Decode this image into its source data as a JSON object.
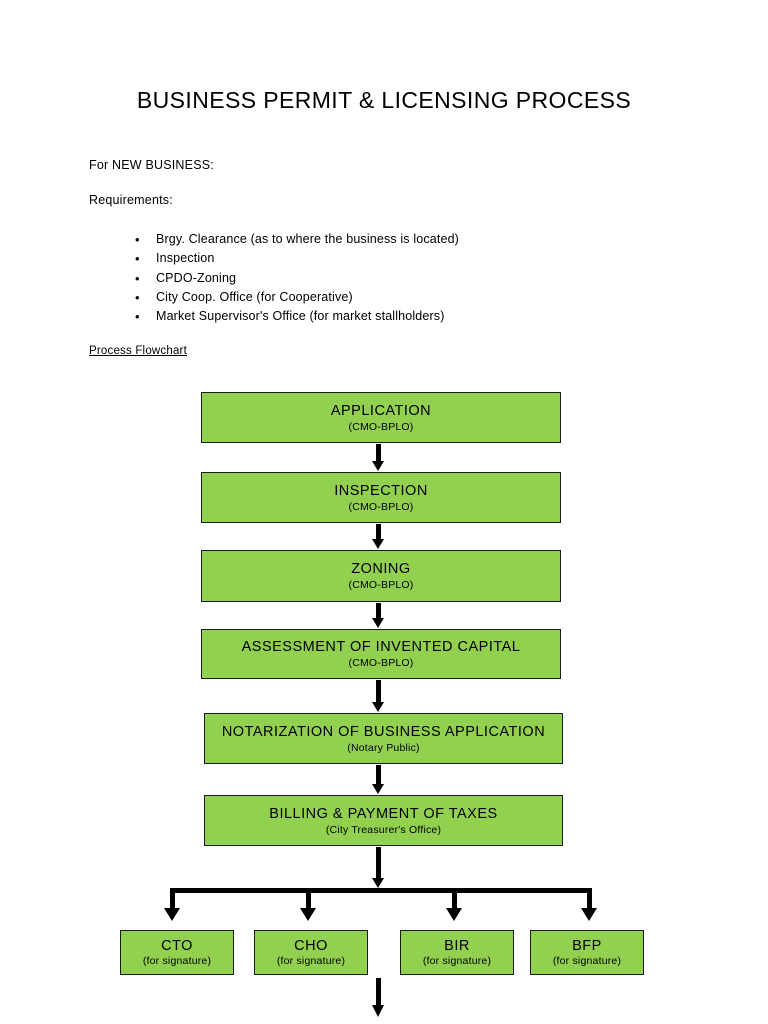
{
  "document": {
    "title": "BUSINESS PERMIT & LICENSING PROCESS",
    "subject_line": "For NEW BUSINESS:",
    "requirements_heading": "Requirements:",
    "requirements": [
      "Brgy. Clearance (as to where the business is located)",
      "Inspection",
      "CPDO-Zoning",
      "City Coop. Office (for Cooperative)",
      "Market Supervisor's Office (for market stallholders)"
    ],
    "bullet_glyph": "•",
    "flowchart_caption": "Process Flowchart"
  },
  "flowchart": {
    "accent_color": "#92D050",
    "border_color": "#1a1a1a",
    "connector_color": "#000000",
    "steps": [
      {
        "title": "APPLICATION",
        "sub": "(CMO-BPLO)"
      },
      {
        "title": "INSPECTION",
        "sub": "(CMO-BPLO)"
      },
      {
        "title": "ZONING",
        "sub": "(CMO-BPLO)"
      },
      {
        "title": "ASSESSMENT OF INVENTED CAPITAL",
        "sub": "(CMO-BPLO)"
      },
      {
        "title": "NOTARIZATION OF BUSINESS APPLICATION",
        "sub": "(Notary Public)"
      },
      {
        "title": "BILLING & PAYMENT OF TAXES",
        "sub": "(City Treasurer's Office)"
      }
    ],
    "signature_steps": [
      {
        "title": "CTO",
        "sub": "(for signature)"
      },
      {
        "title": "CHO",
        "sub": "(for signature)"
      },
      {
        "title": "BIR",
        "sub": "(for signature)"
      },
      {
        "title": "BFP",
        "sub": "(for signature)"
      }
    ]
  }
}
